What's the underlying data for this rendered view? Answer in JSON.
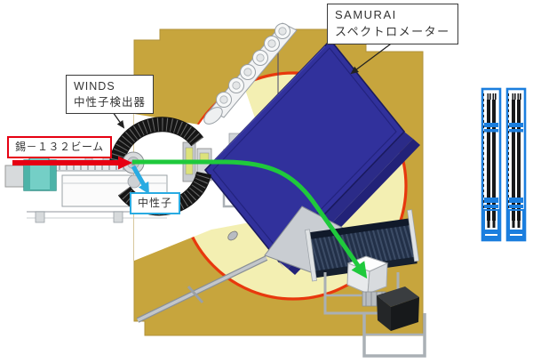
{
  "labels": {
    "samurai": {
      "line1": "SAMURAI",
      "line2": "スペクトロメーター"
    },
    "winds": {
      "line1": "WINDS",
      "line2": "中性子検出器"
    },
    "beam": {
      "text": "錫－１３２ビーム"
    },
    "neutron": {
      "text": "中性子"
    }
  },
  "arrows": [
    {
      "name": "beam-arrow",
      "color": "#E60012"
    },
    {
      "name": "neutron-arrow",
      "color": "#29ABE2"
    },
    {
      "name": "trajectory-arrow",
      "color": "#1FC93C"
    },
    {
      "name": "samurai-leader-arrow",
      "color": "#222222"
    },
    {
      "name": "winds-leader-arrow",
      "color": "#222222"
    }
  ],
  "icons": [
    {
      "name": "samurai-magnet",
      "meaning": "large navy spectrometer magnet block"
    },
    {
      "name": "winds-detector-ring",
      "meaning": "black segmented C-shaped detector ring around target"
    },
    {
      "name": "rotating-platform",
      "meaning": "pale yellow circular platform with red rim on tan floor"
    },
    {
      "name": "neutron-wall-detectors",
      "meaning": "two blue-framed detector walls at right"
    },
    {
      "name": "exit-detector-assembly",
      "meaning": "gray exit chamber, slatted detector and black box on frames"
    },
    {
      "name": "beamline-equipment",
      "meaning": "teal magnet and beam pipe at left"
    }
  ],
  "colors": {
    "floor_tan": "#C7A53D",
    "platform_yellow": "#F3EFB2",
    "platform_rim_red": "#E8380D",
    "magnet_navy": "#31319C",
    "beam_arrow_red": "#E60012",
    "neutron_arrow_cyan": "#29ABE2",
    "trajectory_green": "#1FC93C",
    "detector_frame_blue": "#1B7EDE",
    "winds_detector_black": "#151515",
    "label_border_black": "#3A3A3A"
  }
}
